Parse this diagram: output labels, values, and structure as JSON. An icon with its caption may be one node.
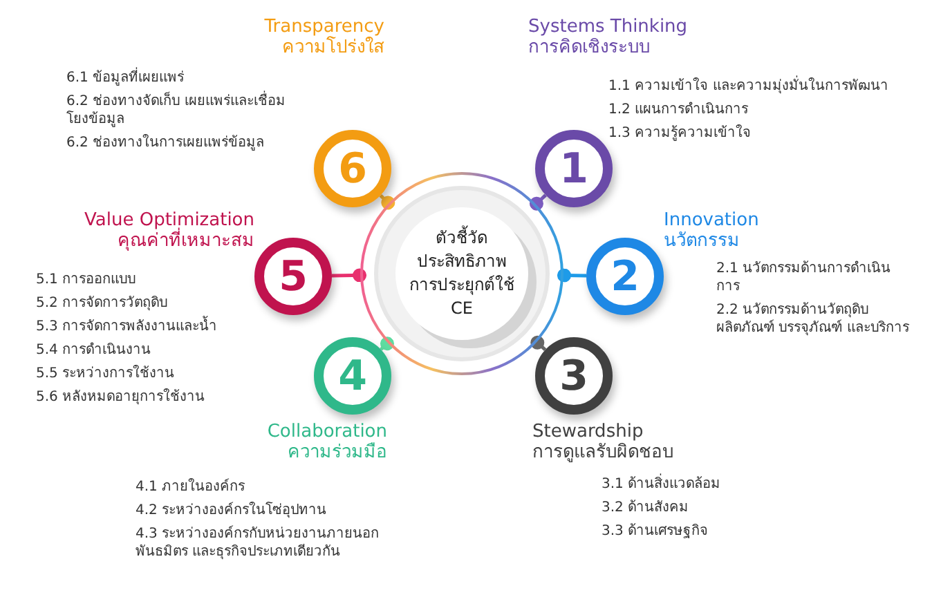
{
  "diagram": {
    "nodes": [
      {
        "text": [
          "ตัวชี้วัดประสิทธิภาพการประยุกต์ใช้ CE"
        ]
      },
      {
        "text": [
          "1"
        ],
        "beside": [
          "Systems Thinking",
          "การคิดเชิงระบบ",
          "1.1 ความเข้าใจ และความมุ่งมั่นในการพัฒนา",
          "1.2 แผนการดำเนินการ",
          "1.3 ความรู้ความเข้าใจ"
        ]
      },
      {
        "text": [
          "2"
        ],
        "beside": [
          "Innovation",
          "นวัตกรรม",
          "2.1 นวัตกรรมด้านการดำเนินการ",
          "2.2 นวัตกรรมด้านวัตถุดิบ ผลิตภัณฑ์ บรรจุภัณฑ์ และบริการ"
        ]
      },
      {
        "text": [
          "3"
        ],
        "beside": [
          "Stewardship",
          "การดูแลรับผิดชอบ",
          "3.1 ด้านสิ่งแวดล้อม",
          "3.2 ด้านสังคม",
          "3.3 ด้านเศรษฐกิจ"
        ]
      },
      {
        "text": [
          "4"
        ],
        "beside": [
          "Collaboration",
          "ความร่วมมือ",
          "4.1 ภายในองค์กร",
          "4.2 ระหว่างองค์กรในโซ่อุปทาน",
          "4.3 ระหว่างองค์กรกับหน่วยงานภายนอก พันธมิตร และธุรกิจประเภทเดียวกัน"
        ]
      },
      {
        "text": [
          "5"
        ],
        "beside": [
          "Value Optimization",
          "คุณค่าที่เหมาะสม",
          "5.1 การออกแบบ",
          "5.2 การจัดการวัตถุดิบ",
          "5.3 การจัดการพลังงานและน้ำ",
          "5.4 การดำเนินงาน",
          "5.5 ระหว่างการใช้งาน",
          "5.6 หลังหมดอายุการใช้งาน"
        ]
      },
      {
        "text": [
          "6"
        ],
        "beside": [
          "Transparency",
          "ความโปร่งใส",
          "6.1 ข้อมูลที่เผยแพร่",
          "6.2 ช่องทางจัดเก็บ เผยแพร่และเชื่อมโยงข้อมูล",
          "6.2 ช่องทางในการเผยแพร่ข้อมูล"
        ]
      }
    ],
    "edges": [
      {
        "from": 0,
        "to": 1,
        "arrow": "other",
        "color": "#7b5cc0"
      },
      {
        "from": 0,
        "to": 2,
        "arrow": "other",
        "color": "#1e9be8"
      },
      {
        "from": 0,
        "to": 3,
        "arrow": "other",
        "color": "#666666"
      },
      {
        "from": 0,
        "to": 4,
        "arrow": "other",
        "color": "#5fdca0"
      },
      {
        "from": 0,
        "to": 5,
        "arrow": "other",
        "color": "#e8306e"
      },
      {
        "from": 0,
        "to": 6,
        "arrow": "other",
        "color": "#f5b030"
      }
    ]
  }
}
